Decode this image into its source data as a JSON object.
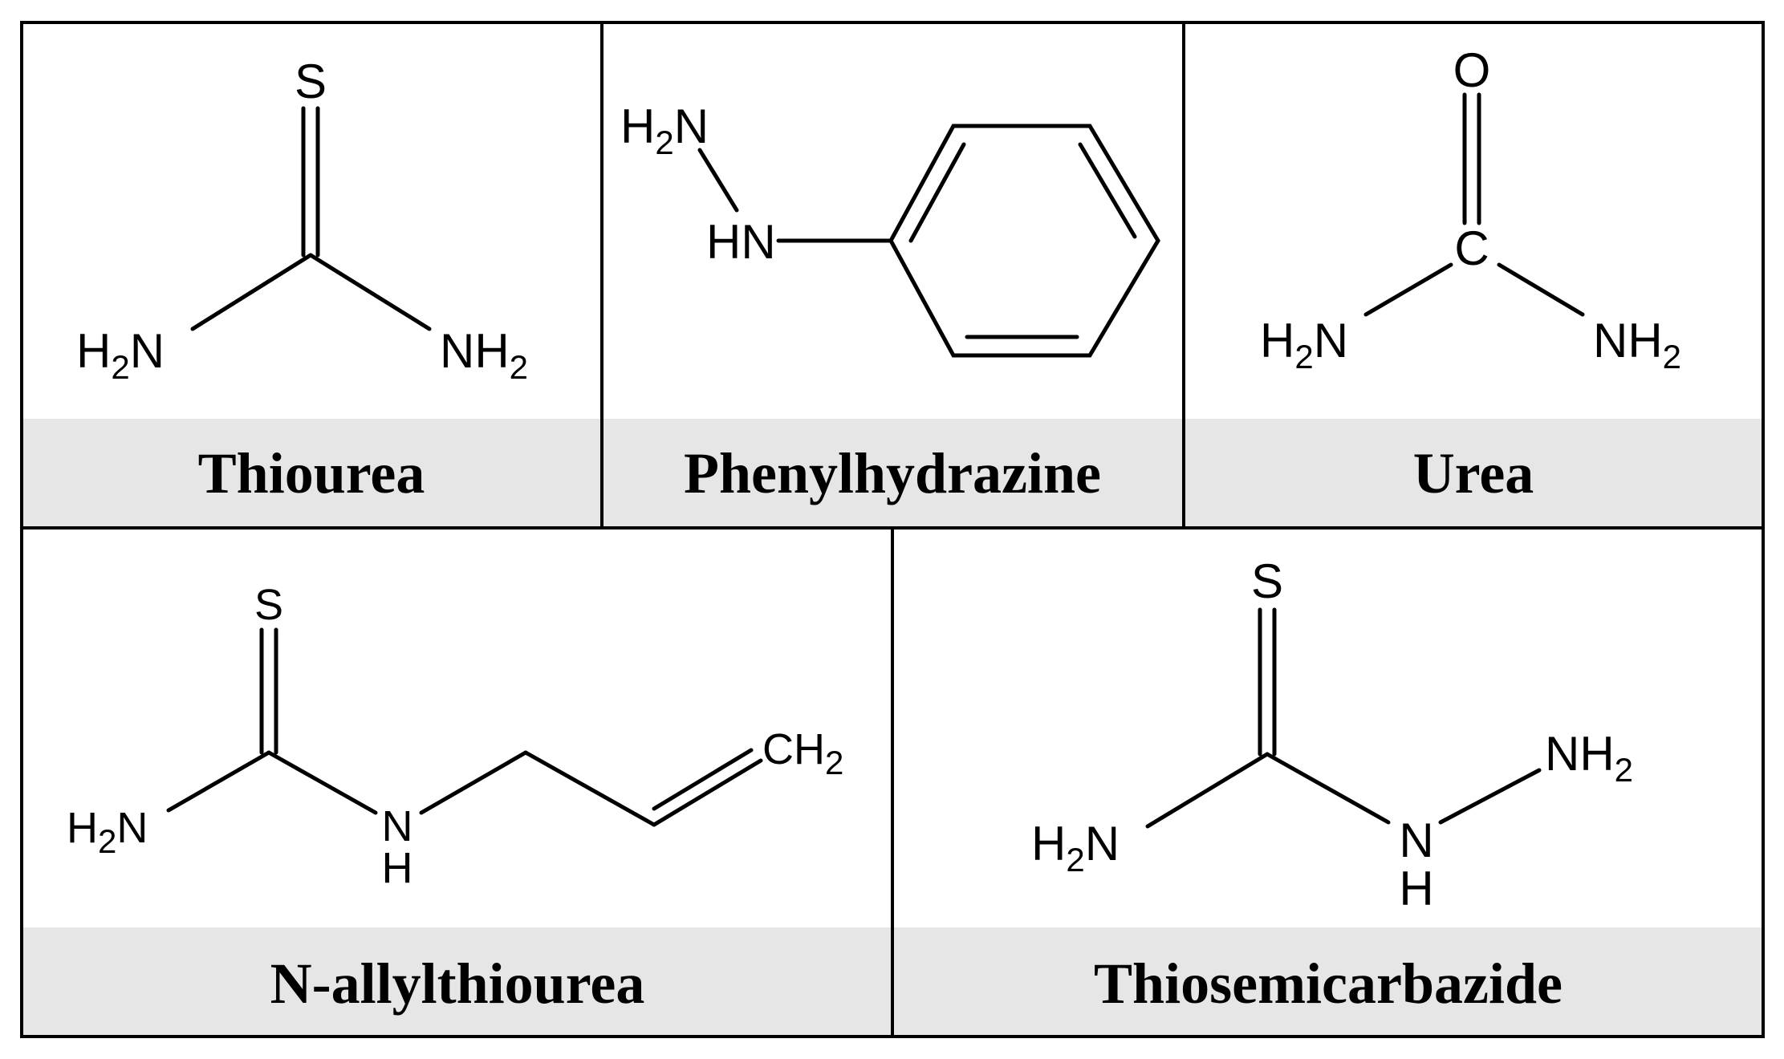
{
  "colors": {
    "background": "#ffffff",
    "caption_band": "#e6e6e6",
    "line": "#000000"
  },
  "molecules": [
    {
      "name": "Thiourea",
      "atoms": [
        {
          "main": "S",
          "sub": ""
        },
        {
          "main": "H",
          "sub": "2",
          "tail": "N"
        },
        {
          "main": "NH",
          "sub": "2"
        }
      ]
    },
    {
      "name": "Phenylhydrazine",
      "atoms": [
        {
          "main": "H",
          "sub": "2",
          "tail": "N"
        },
        {
          "main": "HN",
          "sub": ""
        }
      ]
    },
    {
      "name": "Urea",
      "atoms": [
        {
          "main": "O",
          "sub": ""
        },
        {
          "main": "C",
          "sub": ""
        },
        {
          "main": "H",
          "sub": "2",
          "tail": "N"
        },
        {
          "main": "NH",
          "sub": "2"
        }
      ]
    },
    {
      "name": "N-allylthiourea",
      "atoms": [
        {
          "main": "S",
          "sub": ""
        },
        {
          "main": "H",
          "sub": "2",
          "tail": "N"
        },
        {
          "main": "N",
          "sub": ""
        },
        {
          "main": "H",
          "sub": ""
        },
        {
          "main": "CH",
          "sub": "2"
        }
      ]
    },
    {
      "name": "Thiosemicarbazide",
      "atoms": [
        {
          "main": "S",
          "sub": ""
        },
        {
          "main": "H",
          "sub": "2",
          "tail": "N"
        },
        {
          "main": "N",
          "sub": ""
        },
        {
          "main": "H",
          "sub": ""
        },
        {
          "main": "NH",
          "sub": "2"
        }
      ]
    }
  ]
}
